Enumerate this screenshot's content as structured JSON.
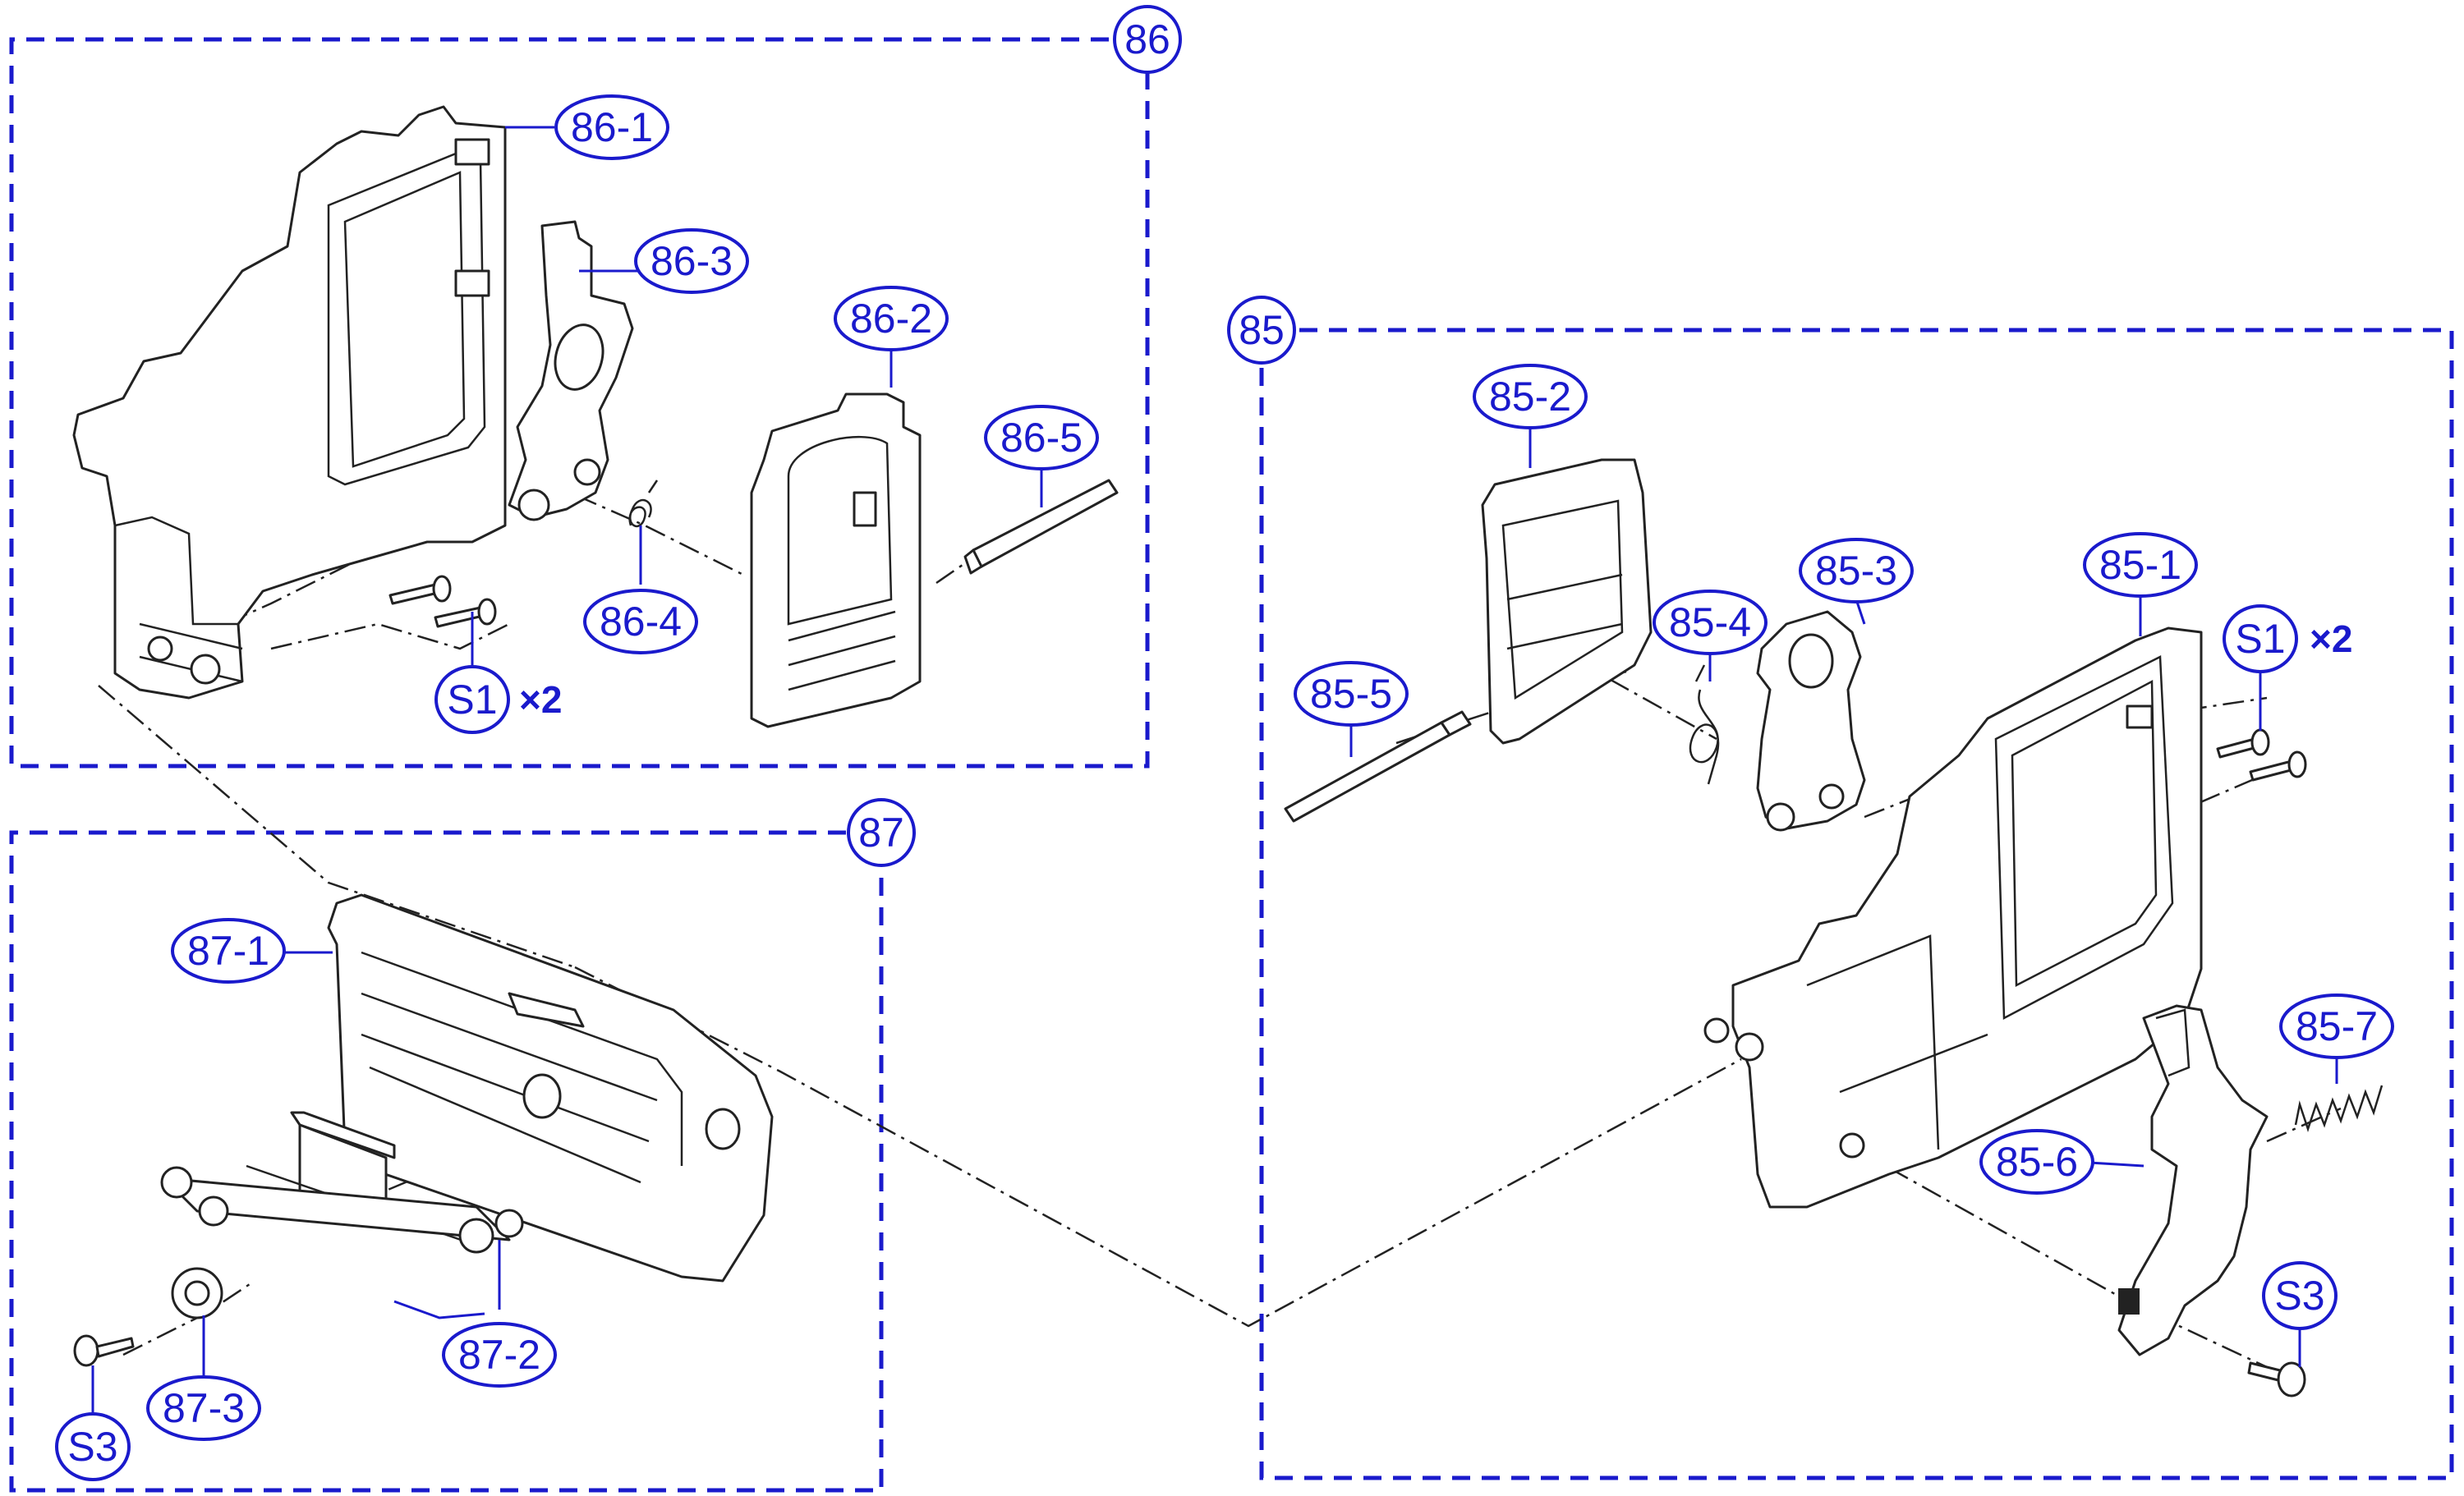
{
  "groups": [
    {
      "id": "86",
      "label": "86"
    },
    {
      "id": "87",
      "label": "87"
    },
    {
      "id": "85",
      "label": "85"
    }
  ],
  "callouts": {
    "c86_1": "86-1",
    "c86_2": "86-2",
    "c86_3": "86-3",
    "c86_4": "86-4",
    "c86_5": "86-5",
    "c86_s1": "S1",
    "c86_s1_qty": "×2",
    "c87_1": "87-1",
    "c87_2": "87-2",
    "c87_3": "87-3",
    "c87_s3": "S3",
    "c85_1": "85-1",
    "c85_2": "85-2",
    "c85_3": "85-3",
    "c85_4": "85-4",
    "c85_5": "85-5",
    "c85_6": "85-6",
    "c85_7": "85-7",
    "c85_s1": "S1",
    "c85_s1_qty": "×2",
    "c85_s3": "S3"
  },
  "colors": {
    "callout": "#1a1acc",
    "linework": "#222222",
    "background": "#ffffff"
  }
}
